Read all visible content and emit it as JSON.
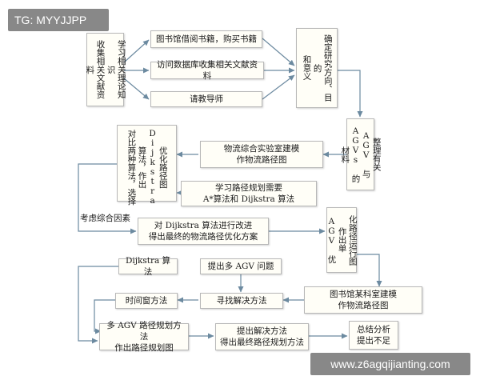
{
  "overlays": {
    "tag": "TG: MYYJJPP",
    "watermark": "www.z6agqijianting.com"
  },
  "boxes": {
    "theory": "学习相关理论知识\n收集相关文献资料",
    "library": "图书馆借阅书籍，购买书籍",
    "database": "访问数据库收集相关文献资料",
    "mentor": "请教导师",
    "purpose": "确定研究方向、目的\n和意义",
    "agv_materials": "整理有关 AGV 与\nAGVs 的材料",
    "lab_model": "物流综合实验室建模\n作物流路径图",
    "optimize": "优化路径图\nDijkstra 算法，作出\n对比两种算法，选择",
    "learn_algos": "学习路径规划需要\nA*算法和 Dijkstra 算法",
    "improve": "对 Dijkstra 算法进行改进\n得出最终的物流路径优化方案",
    "agv_run": "化路径运行图\n作出单 AGV 优",
    "dijkstra": "Dijkstra 算法",
    "multi_agv": "提出多 AGV 问题",
    "time_window": "时间窗方法",
    "find_solution": "寻找解决方法",
    "library_model": "图书馆某科室建模\n作物流路径图",
    "multi_plan": "多 AGV 路径规划方法\n作出路径规划图",
    "final_path": "提出解决方法\n得出最终路径规划方法",
    "summary": "总结分析\n提出不足"
  },
  "labels": {
    "consider": "考虑综合因素"
  }
}
